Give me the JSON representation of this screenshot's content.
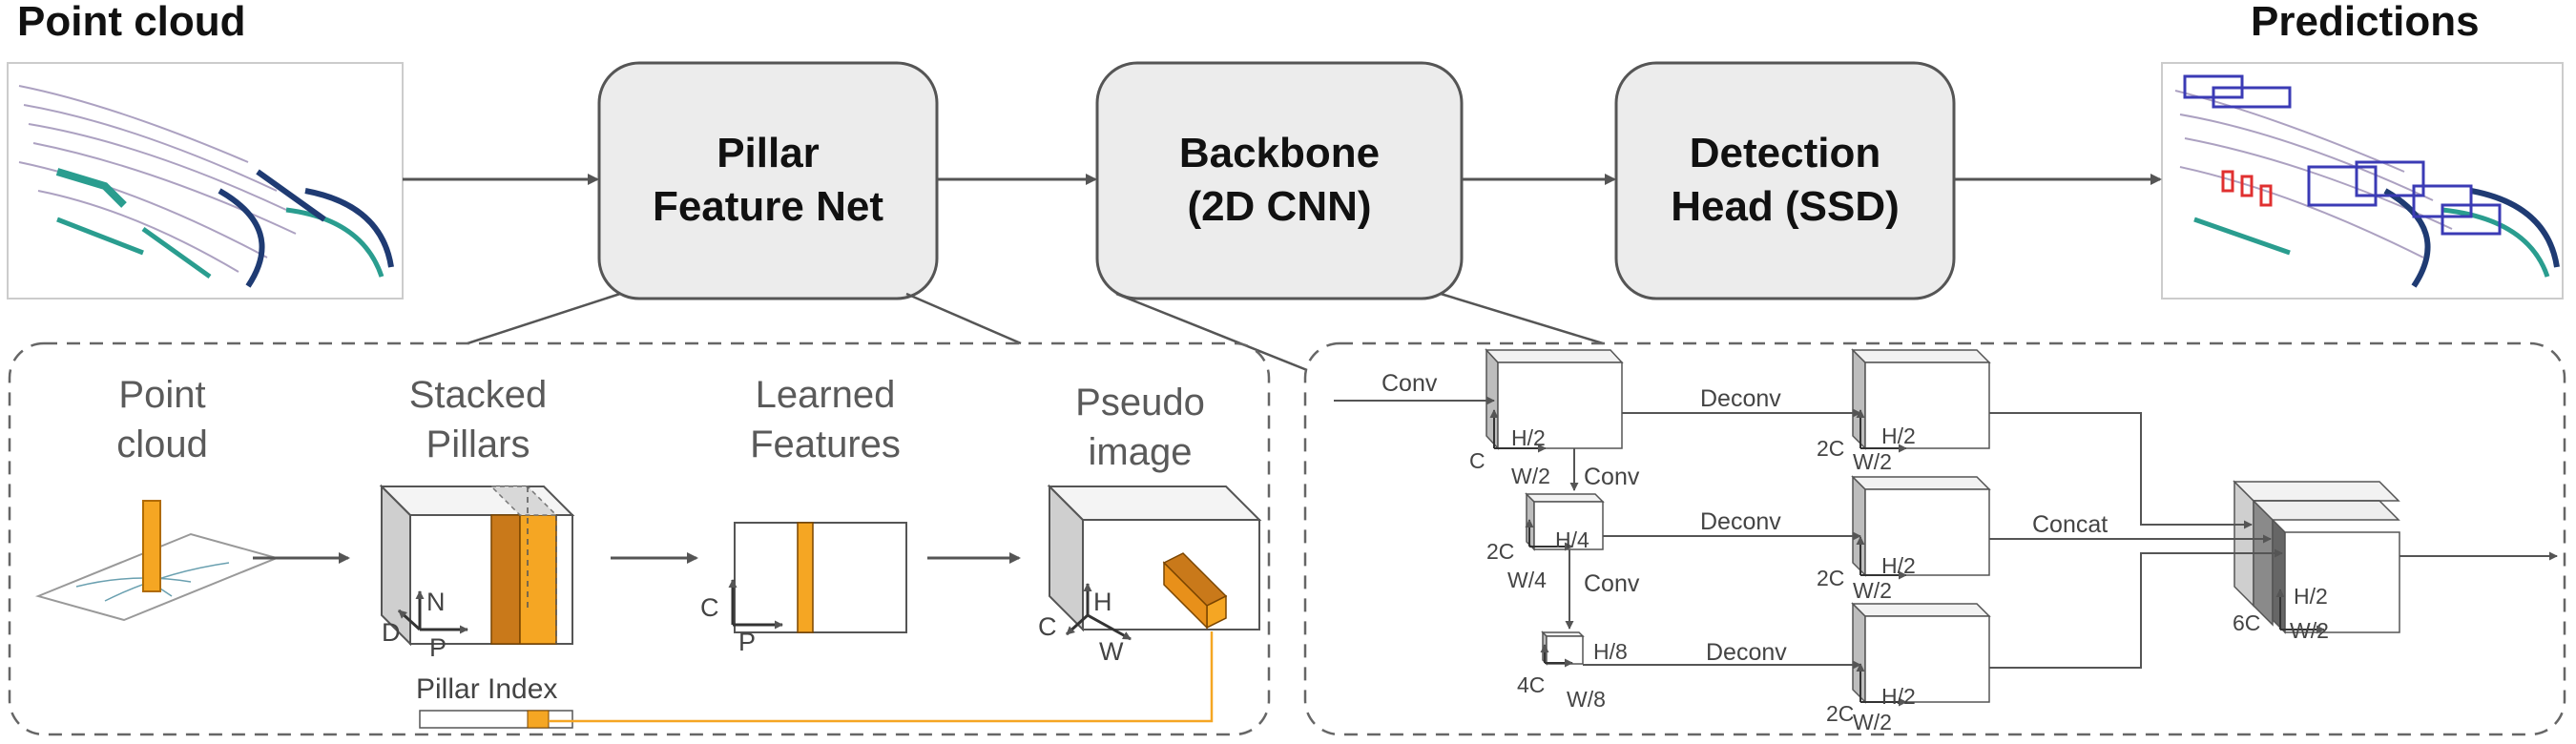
{
  "header": {
    "input_label": "Point cloud",
    "output_label": "Predictions"
  },
  "pipeline": {
    "pillar_net": {
      "line1": "Pillar",
      "line2": "Feature Net"
    },
    "backbone": {
      "line1": "Backbone",
      "line2": "(2D CNN)"
    },
    "detection": {
      "line1": "Detection",
      "line2": "Head (SSD)"
    }
  },
  "pillar_detail": {
    "point_cloud": {
      "line1": "Point",
      "line2": "cloud"
    },
    "stacked": {
      "line1": "Stacked",
      "line2": "Pillars",
      "axis_d": "D",
      "axis_n": "N",
      "axis_p": "P"
    },
    "learned": {
      "line1": "Learned",
      "line2": "Features",
      "axis_c": "C",
      "axis_p": "P"
    },
    "pseudo": {
      "line1": "Pseudo",
      "line2": "image",
      "axis_c": "C",
      "axis_h": "H",
      "axis_w": "W"
    },
    "pillar_index": "Pillar Index"
  },
  "backbone_detail": {
    "conv_in": "Conv",
    "conv2": "Conv",
    "conv3": "Conv",
    "deconv1": "Deconv",
    "deconv2": "Deconv",
    "deconv3": "Deconv",
    "concat": "Concat",
    "b1": {
      "c": "C",
      "h": "H/2",
      "w": "W/2"
    },
    "b2": {
      "c": "2C",
      "h": "H/4",
      "w": "W/4"
    },
    "b3": {
      "c": "4C",
      "h": "H/8",
      "w": "W/8"
    },
    "d1": {
      "c": "2C",
      "h": "H/2",
      "w": "W/2"
    },
    "d2": {
      "c": "2C",
      "h": "H/2",
      "w": "W/2"
    },
    "d3": {
      "c": "2C",
      "h": "H/2",
      "w": "W/2"
    },
    "out": {
      "c": "6C",
      "h": "H/2",
      "w": "W/2"
    }
  },
  "colors": {
    "accent_orange": "#f5a623",
    "box_fill": "#ececec",
    "point_teal": "#2a9d8f",
    "point_navy": "#1f3b73",
    "pred_box_blue": "#3b3bb5",
    "pred_box_red": "#e03030"
  }
}
